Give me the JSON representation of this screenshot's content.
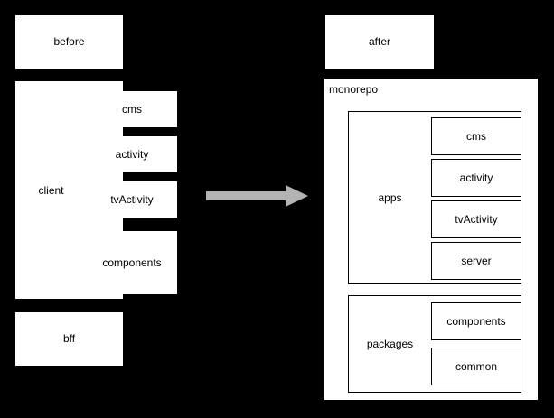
{
  "diagram": {
    "title_before": "before",
    "title_after": "after",
    "arrow": {
      "name": "migration-arrow",
      "color": "#b3b3b3",
      "direction": "right"
    },
    "before": {
      "header_label": "before",
      "client": {
        "label": "client",
        "children": [
          {
            "label": "cms"
          },
          {
            "label": "activity"
          },
          {
            "label": "tvActivity"
          },
          {
            "label": "components"
          }
        ]
      },
      "bff": {
        "label": "bff"
      }
    },
    "after": {
      "header_label": "after",
      "monorepo": {
        "label": "monorepo",
        "groups": [
          {
            "label": "apps",
            "children": [
              {
                "label": "cms"
              },
              {
                "label": "activity"
              },
              {
                "label": "tvActivity"
              },
              {
                "label": "server"
              }
            ]
          },
          {
            "label": "packages",
            "children": [
              {
                "label": "components"
              },
              {
                "label": "common"
              }
            ]
          }
        ]
      }
    },
    "colors": {
      "background": "#000000",
      "box_fill": "#ffffff",
      "box_stroke": "#000000",
      "arrow": "#b3b3b3",
      "text": "#000000"
    }
  }
}
